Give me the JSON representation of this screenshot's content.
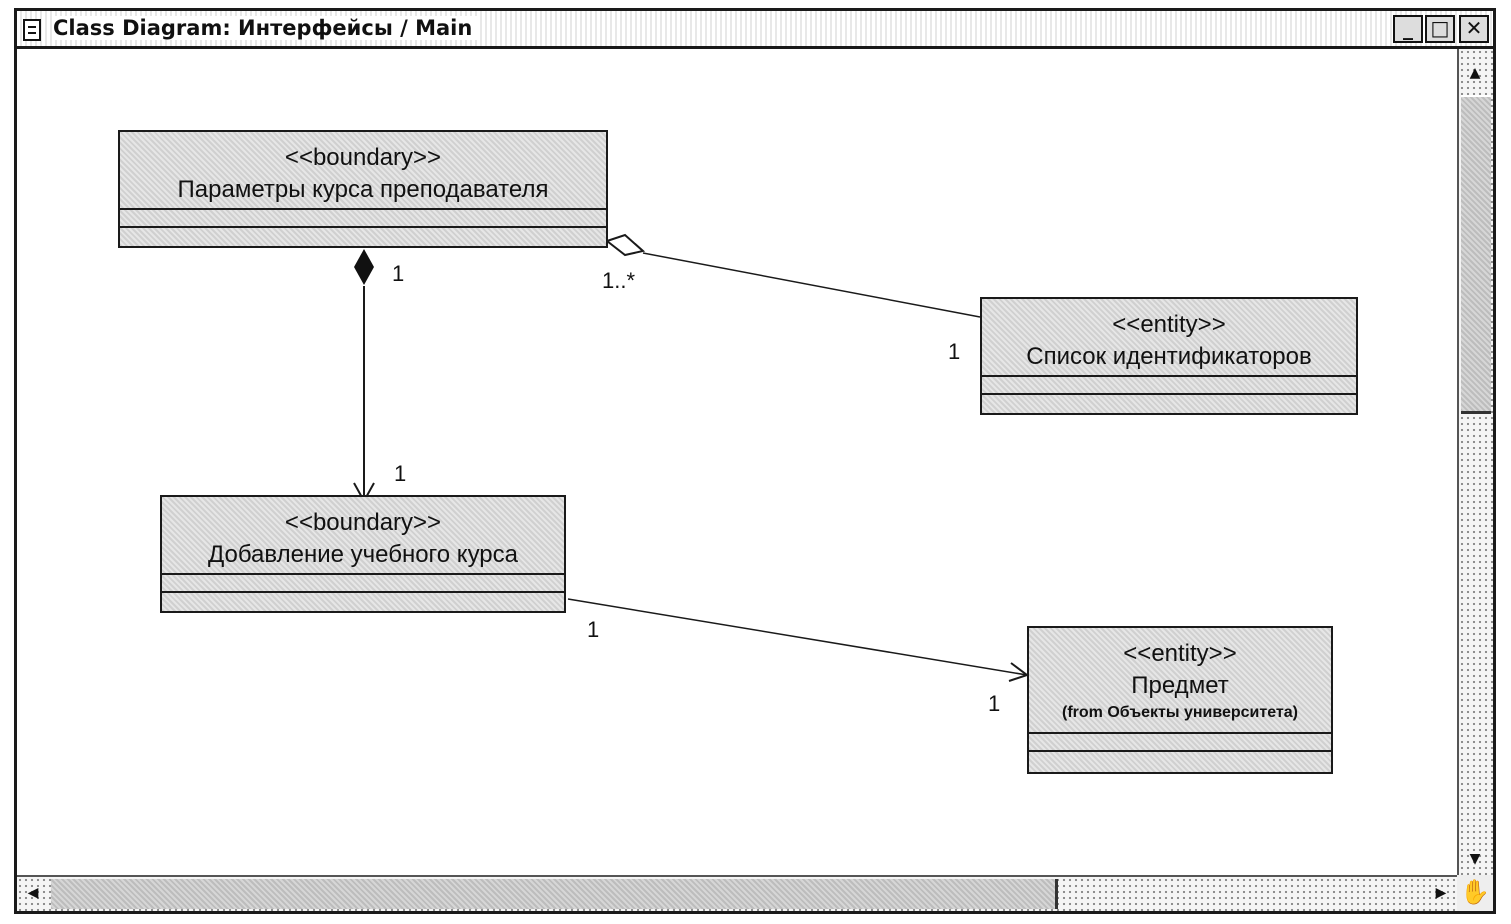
{
  "window": {
    "title": "Class Diagram: Интерфейсы / Main",
    "controls": {
      "minimize": "_",
      "maximize": "□",
      "close": "✕"
    }
  },
  "classes": {
    "params": {
      "stereotype": "<<boundary>>",
      "name": "Параметры курса преподавателя"
    },
    "ids": {
      "stereotype": "<<entity>>",
      "name": "Список идентификаторов"
    },
    "add": {
      "stereotype": "<<boundary>>",
      "name": "Добавление учебного курса"
    },
    "subject": {
      "stereotype": "<<entity>>",
      "name": "Предмет",
      "from": "(from Объекты университета)"
    }
  },
  "multiplicities": {
    "params_composition": "1",
    "params_aggregation": "1..*",
    "ids_end": "1",
    "add_composition_end": "1",
    "add_assoc": "1",
    "subject_end": "1"
  },
  "icons": {
    "window": "diagram-icon",
    "scroll_up": "▲",
    "scroll_down": "▼",
    "scroll_left": "◀",
    "scroll_right": "▶",
    "hand": "✋"
  },
  "colors": {
    "box_fill": "#d8d8d8",
    "line": "#1a1a1a"
  }
}
